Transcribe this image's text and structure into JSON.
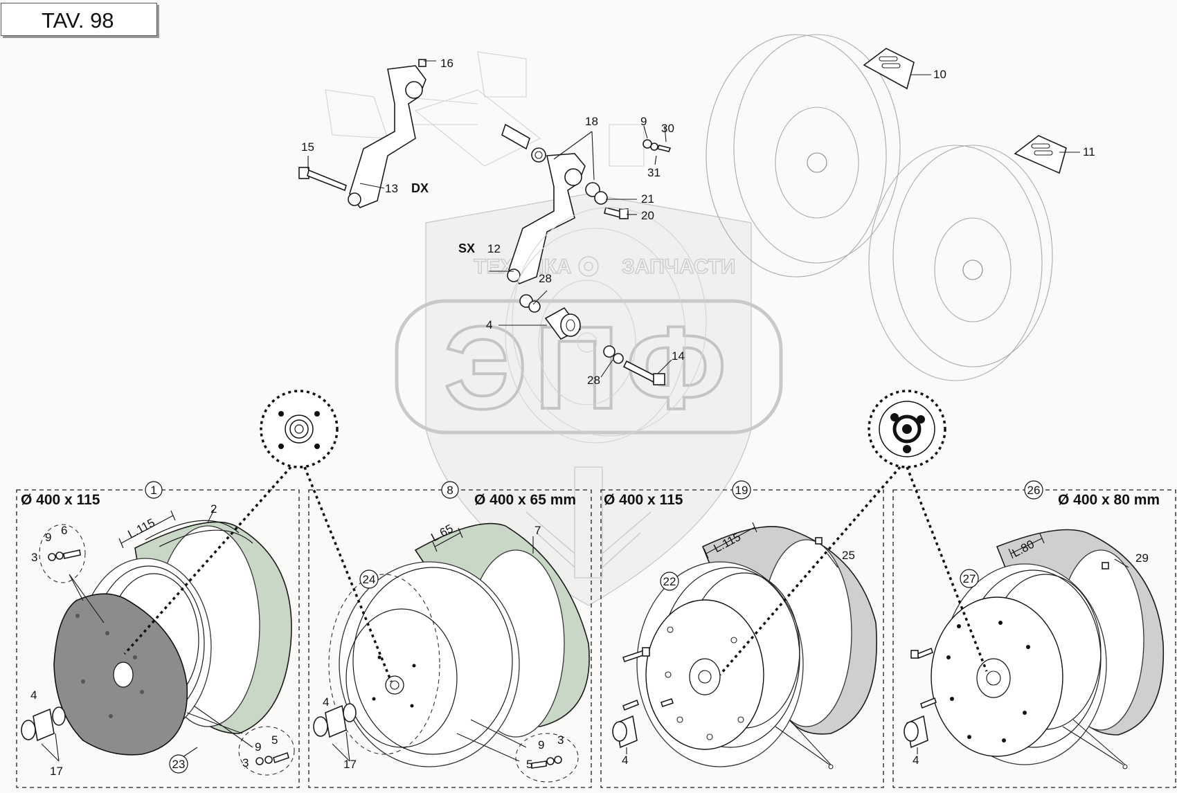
{
  "title": "TAV. 98",
  "watermark": {
    "left_word": "ТЕХНИКА",
    "right_word": "ЗАПЧАСТИ",
    "logo_letters": "ЭПФ",
    "color": "#c9c9c9"
  },
  "side_labels": {
    "right_code": "DX",
    "left_code": "SX"
  },
  "callouts": {
    "c16": "16",
    "c15": "15",
    "c13": "13",
    "c18": "18",
    "c9a": "9",
    "c30": "30",
    "c31": "31",
    "c21": "21",
    "c20": "20",
    "c10": "10",
    "c11": "11",
    "c12": "12",
    "c28a": "28",
    "c4a": "4",
    "c14": "14",
    "c28b": "28"
  },
  "panels": [
    {
      "code": "1",
      "dimension": "Ø 400 x 115",
      "width_label": "L.115",
      "labels": {
        "tyre": "2",
        "rim": "23",
        "washer": "9",
        "bolt": "6",
        "nut": "3",
        "bearing": "4",
        "seal": "17",
        "bolt_b": "5",
        "washer_b": "9",
        "nut_b": "3"
      }
    },
    {
      "code": "8",
      "dimension": "Ø 400 x 65 mm",
      "width_label": "L.65",
      "labels": {
        "tyre": "7",
        "rim": "24",
        "bearing": "4",
        "seal": "17",
        "washer": "9",
        "nut": "3",
        "bolt": "5"
      }
    },
    {
      "code": "19",
      "dimension": "Ø 400 x 115",
      "width_label": "L.115",
      "labels": {
        "tyre": "25",
        "rim": "22",
        "bearing": "4"
      }
    },
    {
      "code": "26",
      "dimension": "Ø 400 x 80 mm",
      "width_label": "L.80",
      "labels": {
        "tyre": "29",
        "rim": "27",
        "bearing": "4"
      }
    }
  ],
  "colors": {
    "tyre_green": "#c9d8c6",
    "tyre_grey": "#cfcfcf",
    "disc_grey": "#8c8c8c",
    "line": "#1a1a1a"
  }
}
